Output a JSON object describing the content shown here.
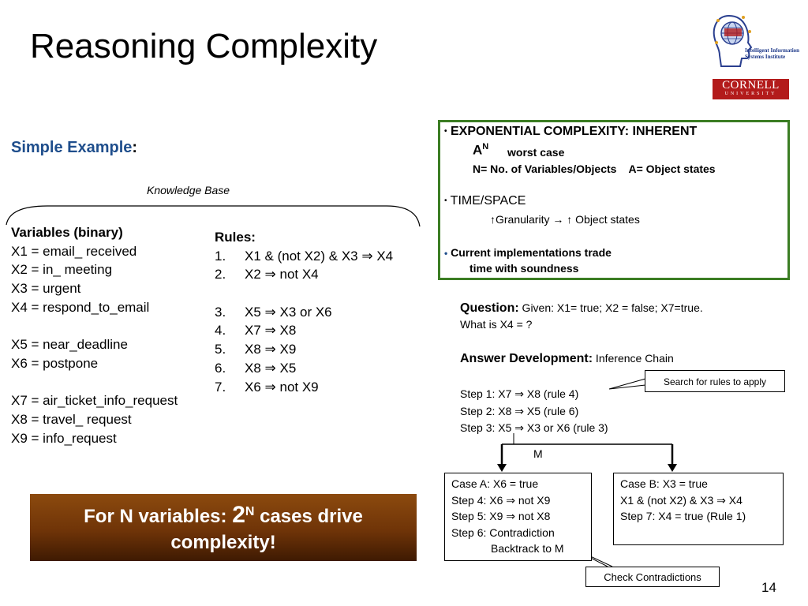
{
  "slide": {
    "title": "Reasoning Complexity",
    "page_number": "14"
  },
  "logo": {
    "institute_line1": "Intelligent Information",
    "institute_line2": "Systems Institute",
    "cornell_name": "CORNELL",
    "cornell_sub": "UNIVERSITY"
  },
  "example": {
    "label": "Simple Example",
    "colon": ":",
    "kb_label": "Knowledge Base"
  },
  "variables": {
    "header": "Variables (binary)",
    "lines": [
      "X1 = email_ received",
      "X2 = in_ meeting",
      "X3 = urgent",
      "X4 = respond_to_email",
      "",
      "X5 = near_deadline",
      "X6 = postpone",
      "",
      "X7 = air_ticket_info_request",
      "X8 = travel_ request",
      "X9 = info_request"
    ]
  },
  "rules": {
    "header": "Rules:",
    "items": [
      {
        "num": "1.",
        "text": "X1 & (not X2) & X3 ⇒ X4"
      },
      {
        "num": "2.",
        "text": "X2 ⇒ not X4"
      },
      {
        "num": "",
        "text": ""
      },
      {
        "num": "3.",
        "text": "X5 ⇒ X3 or X6"
      },
      {
        "num": "4.",
        "text": "X7 ⇒ X8"
      },
      {
        "num": "5.",
        "text": "X8 ⇒ X9"
      },
      {
        "num": "6.",
        "text": "X8 ⇒ X5"
      },
      {
        "num": "7.",
        "text": "X6 ⇒ not X9"
      }
    ]
  },
  "complexity_box": {
    "bullet": "•",
    "line1": "EXPONENTIAL COMPLEXITY: INHERENT",
    "a_base": "A",
    "a_exp": "N",
    "worst_case": "worst case",
    "definitions": "N= No. of Variables/Objects    A= Object states",
    "line_time": "TIME/SPACE",
    "up_arrow": "↑",
    "granularity": "Granularity",
    "right_arrow": "→",
    "object_states": "Object states",
    "impl_line1": "Current implementations trade",
    "impl_line2": "time with soundness"
  },
  "question": {
    "header": "Question:",
    "given": " Given: X1= true; X2 = false; X7=true.",
    "ask": "What is X4 = ?"
  },
  "answer": {
    "header": "Answer Development:",
    "subtitle": " Inference Chain",
    "steps": [
      "Step 1: X7 ⇒ X8 (rule 4)",
      "Step 2: X8 ⇒ X5 (rule 6)",
      "Step 3: X5 ⇒ X3 or X6 (rule 3)"
    ],
    "search_callout": "Search for rules to apply",
    "m_label": "M"
  },
  "case_a": {
    "lines": [
      "Case A: X6 = true",
      "Step 4: X6 ⇒ not X9",
      "Step 5: X9 ⇒ not X8",
      "Step 6: Contradiction"
    ],
    "backtrack": "Backtrack to M"
  },
  "case_b": {
    "lines": [
      "Case B: X3 = true",
      "X1 & (not X2) & X3 ⇒ X4",
      "Step 7: X4 = true (Rule 1)"
    ]
  },
  "check_callout": "Check Contradictions",
  "banner": {
    "prefix": "For N variables: ",
    "base": "2",
    "exp": "N",
    "suffix": " cases drive",
    "line2": "complexity!"
  },
  "colors": {
    "title_blue": "#1f4e8c",
    "box_green": "#3b7d23",
    "banner_brown": "#6f3408",
    "cornell_red": "#b31b1b"
  }
}
